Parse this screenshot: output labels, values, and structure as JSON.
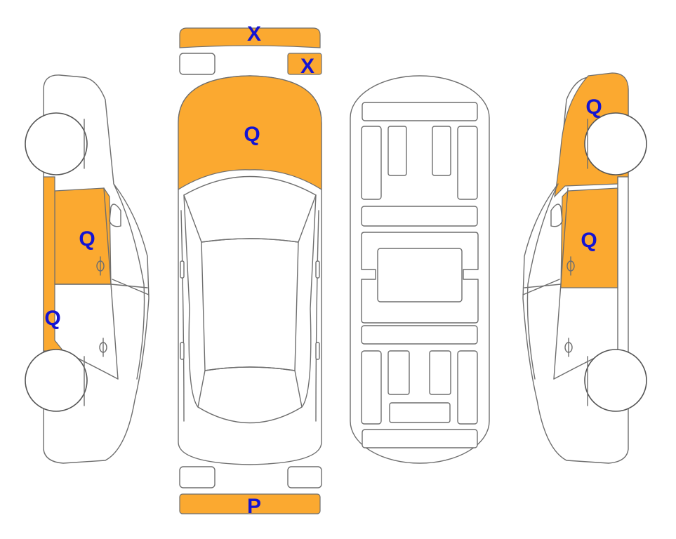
{
  "colors": {
    "highlight": "#fba930",
    "label": "#1414d2",
    "outline": "#6e6e6e"
  },
  "labels": {
    "front_bumper": "X",
    "front_right_lamp": "X",
    "hood": "Q",
    "rear_bumper": "P",
    "left_rear_door": "Q",
    "left_rocker": "Q",
    "right_front_fender": "Q",
    "right_front_door": "Q"
  }
}
